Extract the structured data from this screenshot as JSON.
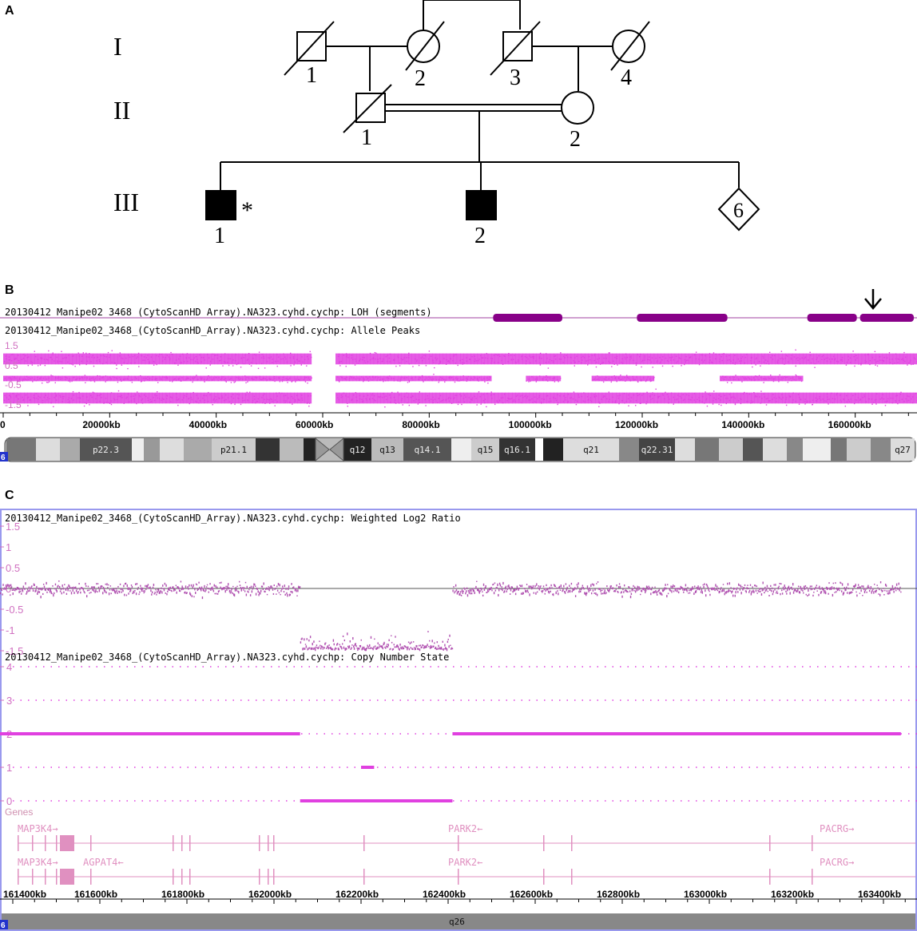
{
  "colors": {
    "magenta": "#e040e0",
    "loh_purple": "#880088",
    "pink_text": "#d070c0",
    "gene_pink": "#e090c0",
    "frame_blue": "#9999ee",
    "chrom_badge": "#2233cc"
  },
  "panelA": {
    "label": "A",
    "generations": [
      "I",
      "II",
      "III"
    ],
    "gen1": [
      {
        "num": "1",
        "sex": "male",
        "deceased": true
      },
      {
        "num": "2",
        "sex": "female",
        "deceased": true
      },
      {
        "num": "3",
        "sex": "male",
        "deceased": true
      },
      {
        "num": "4",
        "sex": "female",
        "deceased": true
      }
    ],
    "gen2": [
      {
        "num": "1",
        "sex": "male",
        "deceased": true
      },
      {
        "num": "2",
        "sex": "female",
        "deceased": false
      }
    ],
    "gen3": [
      {
        "num": "1",
        "sex": "male",
        "affected": true,
        "mark": "*"
      },
      {
        "num": "2",
        "sex": "male",
        "affected": true
      },
      {
        "num": "",
        "sex": "unknown",
        "inside": "6"
      }
    ]
  },
  "panelB": {
    "label": "B",
    "track1": "20130412_Manipe02_3468_(CytoScanHD_Array).NA323.cyhd.cychp: LOH (segments)",
    "track2": "20130412_Manipe02_3468_(CytoScanHD_Array).NA323.cyhd.cychp: Allele Peaks",
    "yticks": [
      "1.5",
      "0.5",
      "-0.5",
      "-1.5"
    ],
    "xticks": [
      "0",
      "20000kb",
      "40000kb",
      "60000kb",
      "80000kb",
      "100000kb",
      "120000kb",
      "140000kb",
      "160000kb"
    ],
    "bands": [
      "p22.3",
      "p21.1",
      "q12",
      "q13",
      "q14.1",
      "q15",
      "q16.1",
      "q21",
      "q22.31",
      "q27"
    ],
    "chrom": "6",
    "loh_segments_kb": [
      [
        92000,
        105000
      ],
      [
        119000,
        136000
      ],
      [
        151000,
        160300
      ],
      [
        160900,
        171000
      ]
    ],
    "arrow_at_kb": 161000
  },
  "panelC": {
    "label": "C",
    "track1": "20130412_Manipe02_3468_(CytoScanHD_Array).NA323.cyhd.cychp: Weighted Log2 Ratio",
    "track2": "20130412_Manipe02_3468_(CytoScanHD_Array).NA323.cyhd.cychp: Copy Number State",
    "log2_ticks": [
      "1.5",
      "1",
      "0.5",
      "0",
      "-0.5",
      "-1",
      "-1.5"
    ],
    "cn_ticks": [
      "4",
      "3",
      "2",
      "1",
      "0"
    ],
    "genes_label": "Genes",
    "genes_row1": [
      "MAP3K4→",
      "PARK2←",
      "PACRG→"
    ],
    "genes_row2": [
      "MAP3K4→",
      "AGPAT4←",
      "PARK2←",
      "PACRG→"
    ],
    "xticks": [
      "161400kb",
      "161600kb",
      "161800kb",
      "162000kb",
      "162200kb",
      "162400kb",
      "162600kb",
      "162800kb",
      "163000kb",
      "163200kb",
      "163400kb"
    ],
    "band": "q26",
    "chrom": "6"
  },
  "chart_data": [
    {
      "type": "scatter",
      "title": "Allele Peaks",
      "x_range_kb": [
        0,
        171000
      ],
      "ylim": [
        -1.7,
        1.7
      ],
      "clusters_y": [
        1.0,
        0.0,
        -1.0
      ],
      "gap_kb": [
        57500,
        62000
      ],
      "het_cluster_absent_kb": [
        [
          91000,
          98000
        ],
        [
          104000,
          110000
        ],
        [
          122000,
          134000
        ],
        [
          150000,
          171000
        ]
      ]
    },
    {
      "type": "scatter",
      "title": "Weighted Log2 Ratio",
      "x_range_kb": [
        161340,
        163440
      ],
      "ylim": [
        -1.7,
        1.7
      ],
      "segments": [
        {
          "start_kb": 161340,
          "end_kb": 162060,
          "level": 0.0
        },
        {
          "start_kb": 162060,
          "end_kb": 162410,
          "level": -1.4
        },
        {
          "start_kb": 162410,
          "end_kb": 163440,
          "level": 0.0
        }
      ]
    },
    {
      "type": "line",
      "title": "Copy Number State",
      "x_range_kb": [
        161340,
        163440
      ],
      "ylim": [
        0,
        4
      ],
      "segments": [
        {
          "start_kb": 161340,
          "end_kb": 162060,
          "cn": 2
        },
        {
          "start_kb": 162060,
          "end_kb": 162410,
          "cn": 0
        },
        {
          "start_kb": 162200,
          "end_kb": 162230,
          "cn": 1
        },
        {
          "start_kb": 162410,
          "end_kb": 163440,
          "cn": 2
        }
      ]
    }
  ]
}
